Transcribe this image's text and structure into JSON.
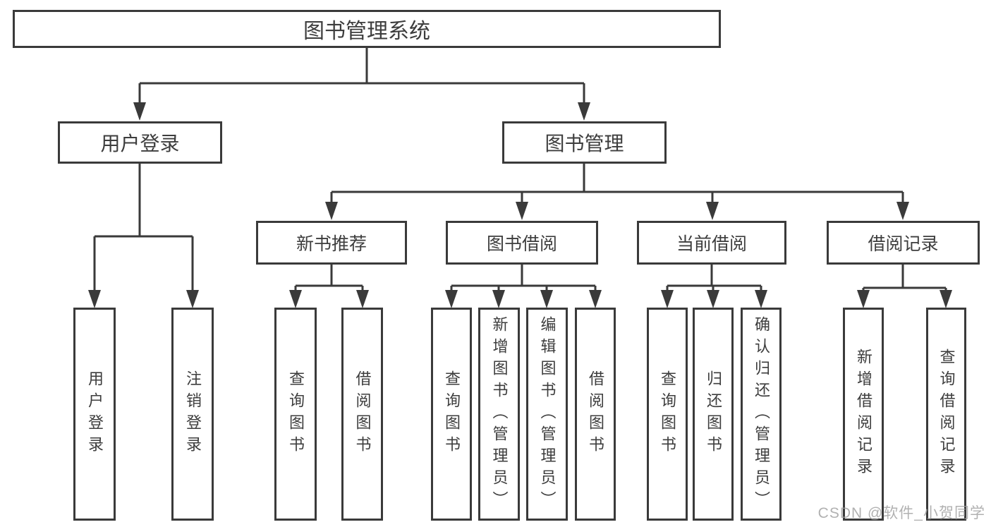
{
  "diagram": {
    "root": {
      "label": "图书管理系统"
    },
    "level2": [
      {
        "id": "user-login",
        "label": "用户登录"
      },
      {
        "id": "book-management",
        "label": "图书管理"
      }
    ],
    "level3": [
      {
        "id": "new-book-recommend",
        "label": "新书推荐"
      },
      {
        "id": "book-borrow",
        "label": "图书借阅"
      },
      {
        "id": "current-borrow",
        "label": "当前借阅"
      },
      {
        "id": "borrow-records",
        "label": "借阅记录"
      }
    ],
    "leaves": [
      {
        "id": "user-login-leaf",
        "label": "用户登录"
      },
      {
        "id": "logout-leaf",
        "label": "注销登录"
      },
      {
        "id": "search-books-recommend",
        "label": "查询图书"
      },
      {
        "id": "borrow-books-recommend",
        "label": "借阅图书"
      },
      {
        "id": "search-books-borrow",
        "label": "查询图书"
      },
      {
        "id": "add-books-admin",
        "label": "新增图书（管理员）"
      },
      {
        "id": "edit-books-admin",
        "label": "编辑图书（管理员）"
      },
      {
        "id": "borrow-books-borrow",
        "label": "借阅图书"
      },
      {
        "id": "search-books-current",
        "label": "查询图书"
      },
      {
        "id": "return-books",
        "label": "归还图书"
      },
      {
        "id": "confirm-return-admin",
        "label": "确认归还（管理员）"
      },
      {
        "id": "add-borrow-record",
        "label": "新增借阅记录"
      },
      {
        "id": "search-borrow-record",
        "label": "查询借阅记录"
      }
    ],
    "watermark": "CSDN @软件_小贺同学",
    "colors": {
      "line": "#3a3a3a",
      "text": "#3d3d3d",
      "background": "#ffffff",
      "watermark": "#9e9e9e"
    }
  }
}
